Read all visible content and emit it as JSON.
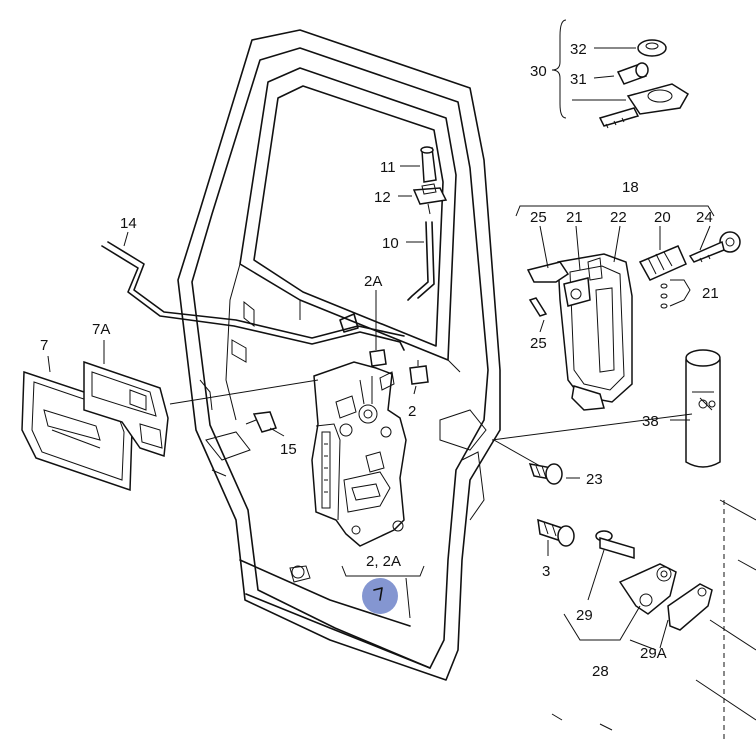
{
  "callouts": {
    "c32": "32",
    "c30": "30",
    "c31": "31",
    "c18": "18",
    "c25a": "25",
    "c21a": "21",
    "c22": "22",
    "c20": "20",
    "c24": "24",
    "c21b": "21",
    "c25b": "25",
    "c38": "38",
    "c11": "11",
    "c12": "12",
    "c10": "10",
    "c14": "14",
    "c2A": "2A",
    "c7A": "7A",
    "c7": "7",
    "c2": "2",
    "c15": "15",
    "c23": "23",
    "c3": "3",
    "c2_2A": "2, 2A",
    "c29": "29",
    "c29A": "29A",
    "c28": "28"
  },
  "colors": {
    "line": "#111111",
    "highlight": "#6f84c9",
    "background": "#ffffff"
  }
}
